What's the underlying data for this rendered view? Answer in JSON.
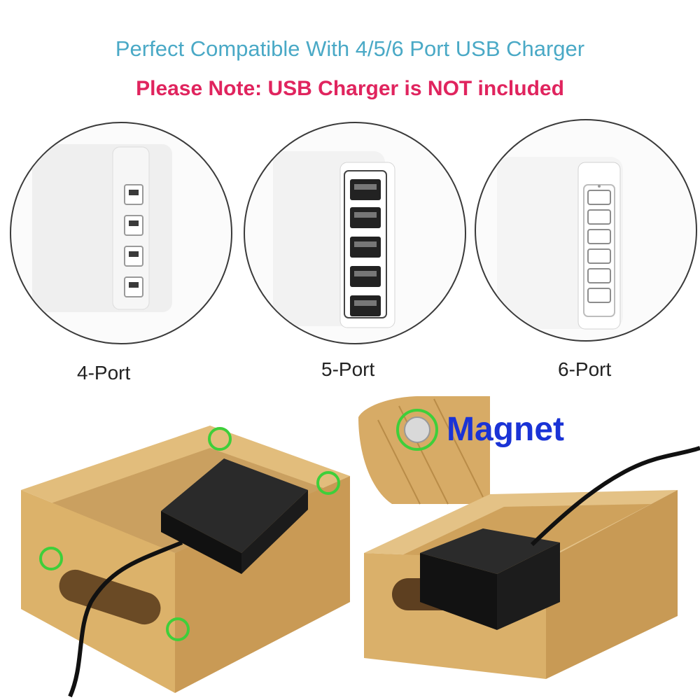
{
  "headline": {
    "compat": "Perfect Compatible With 4/5/6 Port USB Charger",
    "note": "Please Note: USB Charger is NOT included"
  },
  "chargers": [
    {
      "label": "4-Port",
      "ports": 4
    },
    {
      "label": "5-Port",
      "ports": 5
    },
    {
      "label": "6-Port",
      "ports": 6
    }
  ],
  "callout": {
    "label": "Magnet"
  },
  "colors": {
    "compat_text": "#4aa9c6",
    "note_text": "#e0245e",
    "magnet_text": "#1a33d6",
    "highlight_ring": "#3ecf3a",
    "bamboo": "#d9b26a",
    "charger_black": "#1b1b1b"
  }
}
